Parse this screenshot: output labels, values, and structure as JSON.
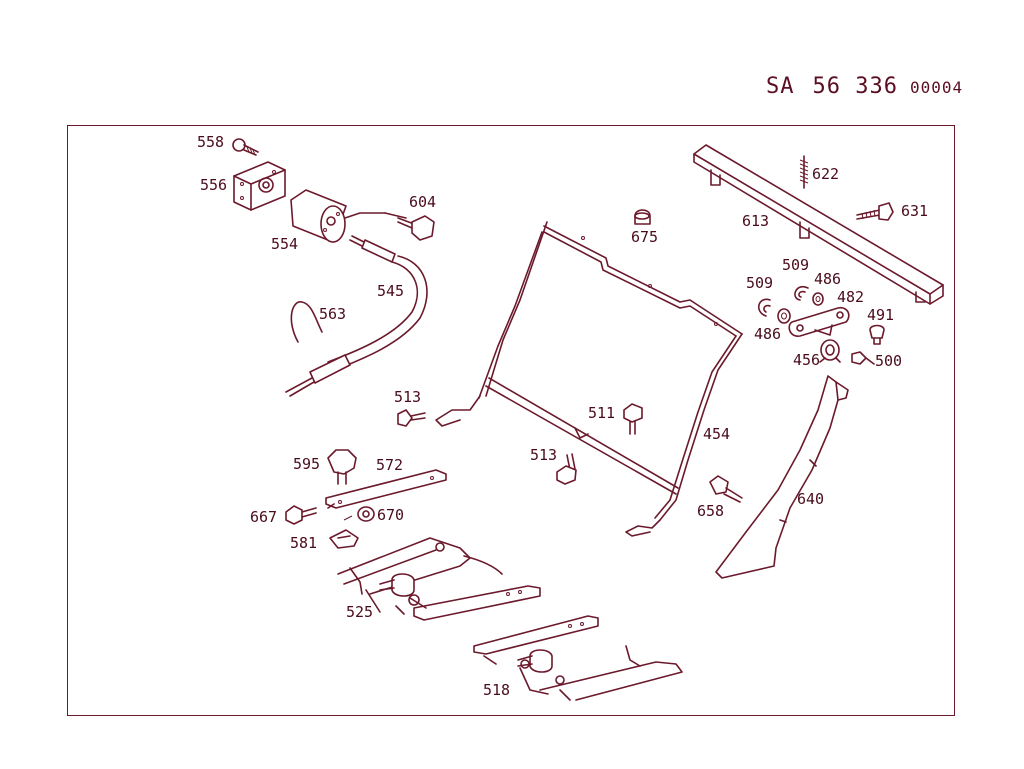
{
  "header": {
    "prefix": "SA",
    "number": "56 336",
    "suffix": "00004"
  },
  "callouts": {
    "p558": "558",
    "p556": "556",
    "p554": "554",
    "p604": "604",
    "p545": "545",
    "p563": "563",
    "p675": "675",
    "p613": "613",
    "p622": "622",
    "p631": "631",
    "p509a": "509",
    "p509b": "509",
    "p486a": "486",
    "p486b": "486",
    "p482": "482",
    "p491": "491",
    "p456": "456",
    "p500": "500",
    "p513a": "513",
    "p513b": "513",
    "p511": "511",
    "p454": "454",
    "p595": "595",
    "p572": "572",
    "p667": "667",
    "p670": "670",
    "p581": "581",
    "p525": "525",
    "p518": "518",
    "p658": "658",
    "p640": "640"
  },
  "colors": {
    "line": "#6b1a2c",
    "text": "#4a0c1c"
  }
}
